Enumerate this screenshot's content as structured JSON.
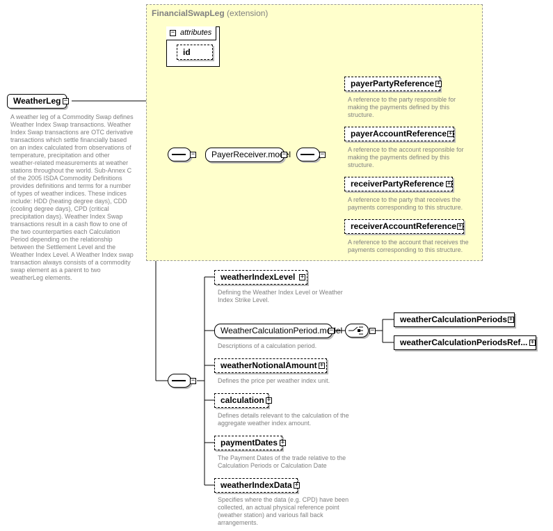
{
  "extension": {
    "name": "FinancialSwapLeg",
    "kind": "(extension)"
  },
  "attributes": {
    "label": "attributes",
    "items": [
      "id"
    ]
  },
  "root": {
    "name": "WeatherLeg",
    "description": "A weather leg of a Commodity Swap defines Weather Index Swap transactions. Weather Index Swap transactions are OTC derivative transactions which settle financially based on an index calculated from observations of temperature, precipitation and other weather-related measurements at weather stations throughout the world. Sub-Annex C of the 2005 ISDA Commodity Definitions provides definitions and terms for a number of types of weather indices. These indices include: HDD (heating degree days), CDD (cooling degree days), CPD (critical precipitation days). Weather Index Swap transactions result in a cash flow to one of the two counterparties each Calculation Period depending on the relationship between the Settlement Level and the Weather Index Level. A Weather Index swap transaction always consists of a commodity swap element as a parent to two weatherLeg elements."
  },
  "payer_model": {
    "name": "PayerReceiver.model",
    "elements": [
      {
        "name": "payerPartyReference",
        "description": "A reference to the party responsible for making the payments defined by this structure."
      },
      {
        "name": "payerAccountReference",
        "description": "A reference to the account responsible for making the payments defined by this structure."
      },
      {
        "name": "receiverPartyReference",
        "description": "A reference to the party that receives the payments corresponding to this structure."
      },
      {
        "name": "receiverAccountReference",
        "description": "A reference to the account that receives the payments corresponding to this structure."
      }
    ]
  },
  "weather_elements": [
    {
      "name": "weatherIndexLevel",
      "description": "Defining the Weather Index Level or Weather Index Strike Level."
    },
    {
      "name": "WeatherCalculationPeriod.model",
      "description": "Descriptions of a calculation period."
    },
    {
      "name": "weatherNotionalAmount",
      "description": "Defines the price per weather index unit."
    },
    {
      "name": "calculation",
      "description": "Defines details relevant to the calculation of the aggregate weather index amount."
    },
    {
      "name": "paymentDates",
      "description": "The Payment Dates of the trade relative to the Calculation Periods or Calculation Date"
    },
    {
      "name": "weatherIndexData",
      "description": "Specifies where the data (e.g. CPD) have been collected, an actual physical reference point (weather station) and various fall back arrangements."
    }
  ],
  "choice_elements": [
    {
      "name": "weatherCalculationPeriods"
    },
    {
      "name": "weatherCalculationPeriodsRef..."
    }
  ]
}
